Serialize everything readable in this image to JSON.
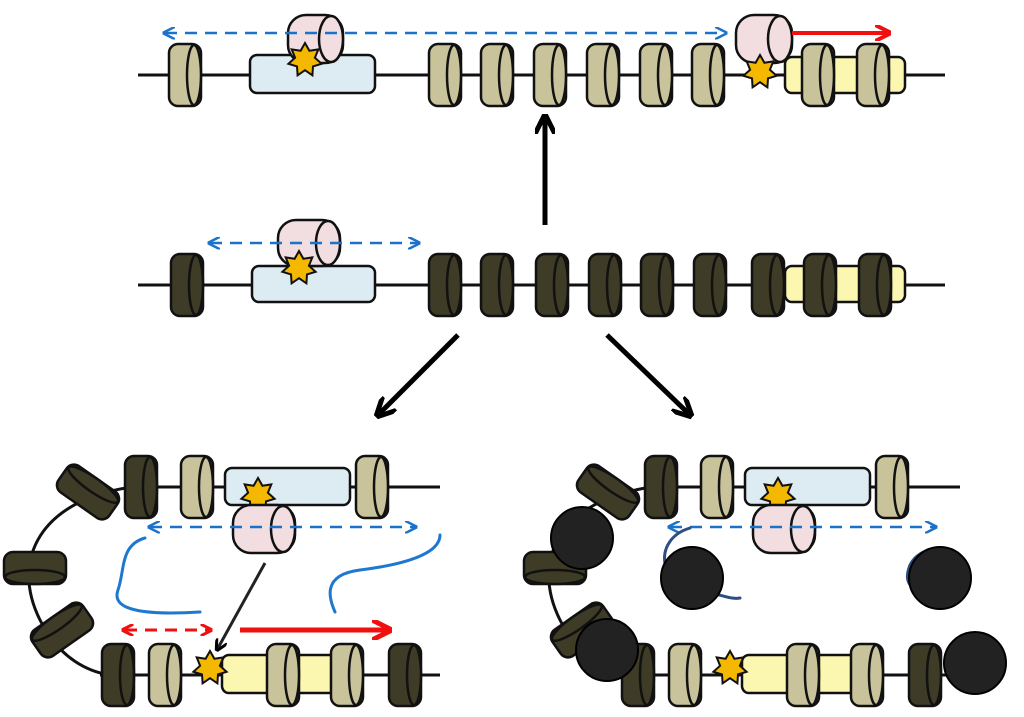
{
  "colors": {
    "nucleosome_light": "#c9c39c",
    "nucleosome_dark": "#3e3b26",
    "gene_body_box": "#dcecf2",
    "promoter_box": "#fbf6b0",
    "factor_cylinder": "#f2dde0",
    "star": "#f4b800",
    "blue_arrow": "#1a73c9",
    "red_arrow": "#f01010",
    "blue_strand": "#1f78d0",
    "dark_strand": "#2c4e80",
    "black_particle": "#222222",
    "line": "#111111"
  },
  "panels": [
    "top-active-state",
    "middle-repressed-state",
    "bottom-left-looped-active",
    "bottom-right-looped-blocked"
  ]
}
